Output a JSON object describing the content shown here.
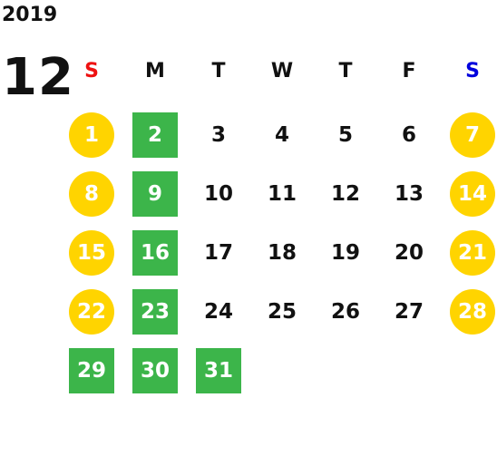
{
  "year": "2019",
  "month": "12",
  "weekdays": [
    {
      "label": "S",
      "color": "#ee1111"
    },
    {
      "label": "M",
      "color": "#111111"
    },
    {
      "label": "T",
      "color": "#111111"
    },
    {
      "label": "W",
      "color": "#111111"
    },
    {
      "label": "T",
      "color": "#111111"
    },
    {
      "label": "F",
      "color": "#111111"
    },
    {
      "label": "S",
      "color": "#0000dd"
    }
  ],
  "colors": {
    "weekend_circle": "#ffd400",
    "green_day": "#3cb54a",
    "weekday_text": "#111111"
  },
  "weeks": [
    [
      {
        "day": "1",
        "style": "circle"
      },
      {
        "day": "2",
        "style": "green"
      },
      {
        "day": "3",
        "style": "plain"
      },
      {
        "day": "4",
        "style": "plain"
      },
      {
        "day": "5",
        "style": "plain"
      },
      {
        "day": "6",
        "style": "plain"
      },
      {
        "day": "7",
        "style": "circle"
      }
    ],
    [
      {
        "day": "8",
        "style": "circle"
      },
      {
        "day": "9",
        "style": "green"
      },
      {
        "day": "10",
        "style": "plain"
      },
      {
        "day": "11",
        "style": "plain"
      },
      {
        "day": "12",
        "style": "plain"
      },
      {
        "day": "13",
        "style": "plain"
      },
      {
        "day": "14",
        "style": "circle"
      }
    ],
    [
      {
        "day": "15",
        "style": "circle"
      },
      {
        "day": "16",
        "style": "green"
      },
      {
        "day": "17",
        "style": "plain"
      },
      {
        "day": "18",
        "style": "plain"
      },
      {
        "day": "19",
        "style": "plain"
      },
      {
        "day": "20",
        "style": "plain"
      },
      {
        "day": "21",
        "style": "circle"
      }
    ],
    [
      {
        "day": "22",
        "style": "circle"
      },
      {
        "day": "23",
        "style": "green"
      },
      {
        "day": "24",
        "style": "plain"
      },
      {
        "day": "25",
        "style": "plain"
      },
      {
        "day": "26",
        "style": "plain"
      },
      {
        "day": "27",
        "style": "plain"
      },
      {
        "day": "28",
        "style": "circle"
      }
    ],
    [
      {
        "day": "29",
        "style": "green"
      },
      {
        "day": "30",
        "style": "green"
      },
      {
        "day": "31",
        "style": "green"
      }
    ]
  ]
}
